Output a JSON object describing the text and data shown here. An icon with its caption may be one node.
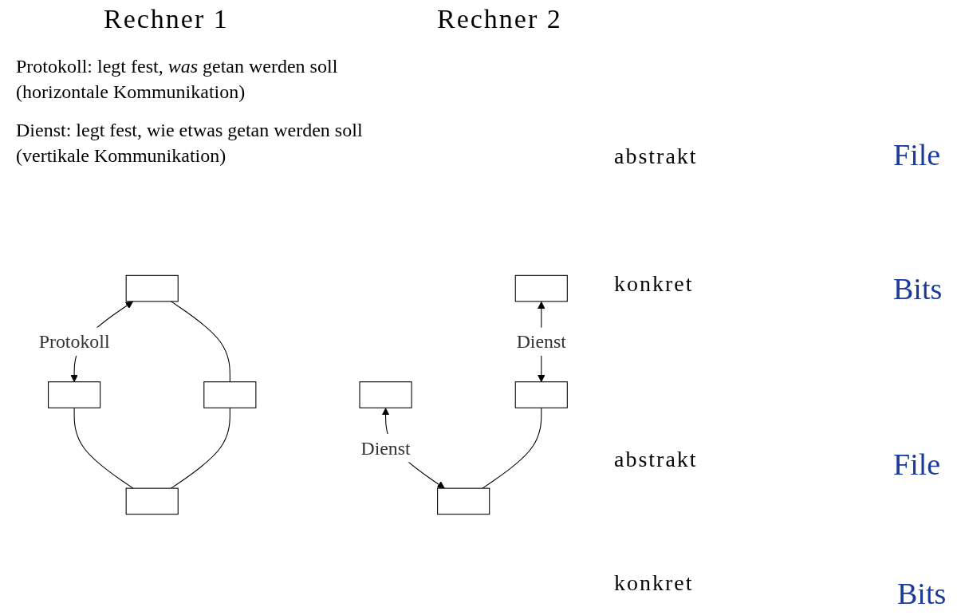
{
  "diagram": {
    "nodes": [
      {
        "text": [],
        "shape": "box"
      },
      {
        "text": [],
        "shape": "box"
      },
      {
        "text": [],
        "shape": "box"
      },
      {
        "text": [],
        "shape": "box"
      },
      {
        "text": [],
        "shape": "box"
      },
      {
        "text": [],
        "shape": "box"
      },
      {
        "text": [],
        "shape": "box"
      },
      {
        "text": [],
        "shape": "box"
      }
    ],
    "edges": [
      {
        "from": 0,
        "to": 1,
        "arrow": "both",
        "label": "Protokoll"
      },
      {
        "from": 0,
        "to": 2,
        "arrow": "none"
      },
      {
        "from": 1,
        "to": 3,
        "arrow": "none"
      },
      {
        "from": 2,
        "to": 3,
        "arrow": "none"
      },
      {
        "from": 4,
        "to": 6,
        "arrow": "both",
        "label": "Dienst"
      },
      {
        "from": 5,
        "to": 7,
        "arrow": "both",
        "label": "Dienst"
      },
      {
        "from": 6,
        "to": 7,
        "arrow": "none"
      }
    ],
    "labels": [
      "Rechner 1",
      "Rechner 2",
      "Protokoll: legt fest, *was* getan werden soll",
      "(horizontale Kommunikation)",
      "abstrakt",
      "File",
      "konkret",
      "Bits",
      "Dienst: legt fest, wie etwas getan werden soll",
      "(vertikale Kommunikation)",
      "abstrakt",
      "File",
      "konkret",
      "Bits"
    ]
  }
}
